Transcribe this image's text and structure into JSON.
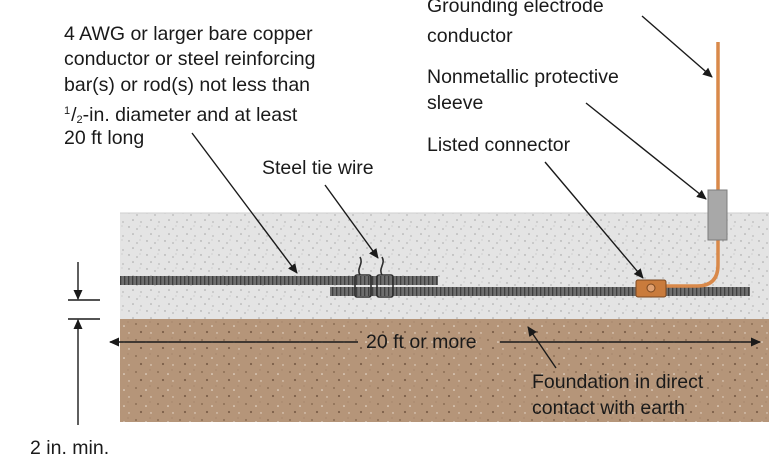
{
  "labels": {
    "conductor_line1": "4 AWG or larger bare copper",
    "conductor_line2": "conductor or steel reinforcing",
    "conductor_line3": "bar(s) or rod(s) not less than",
    "conductor_line4_num": "1",
    "conductor_line4_den": "2",
    "conductor_line4_rest": "-in. diameter and at least",
    "conductor_line5": "20 ft long",
    "steel_tie_wire": "Steel tie wire",
    "grounding_line1": "Grounding electrode",
    "grounding_line2": "conductor",
    "sleeve_line1": "Nonmetallic protective",
    "sleeve_line2": "sleeve",
    "listed_connector": "Listed connector",
    "length_dimension": "20 ft or more",
    "foundation_line1": "Foundation in direct",
    "foundation_line2": "contact with earth",
    "min_depth": "2 in. min."
  },
  "colors": {
    "concrete": "#e4e4e4",
    "earth": "#b59579",
    "rebar": "#6e6e6e",
    "copper_conductor": "#d9894a",
    "sleeve": "#a8a8a8",
    "connector": "#c97b3c"
  }
}
